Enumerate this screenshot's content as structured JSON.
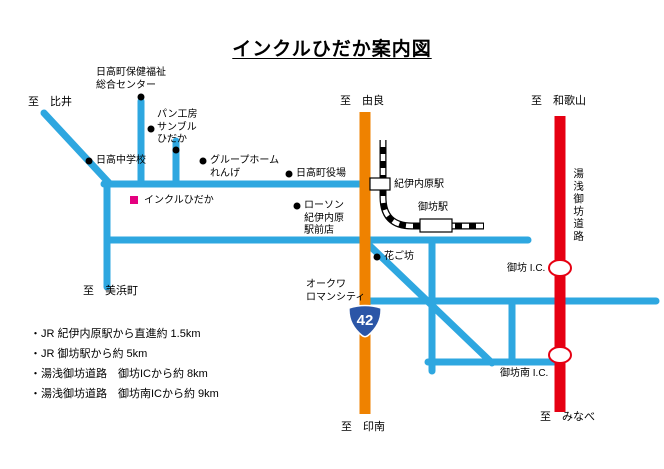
{
  "title": "インクルひだか案内図",
  "route_badge": "42",
  "labels": {
    "dest_hii": "至　比井",
    "dest_yura": "至　由良",
    "dest_wakayama": "至　和歌山",
    "dest_mihama": "至　美浜町",
    "dest_minabe": "至　みなべ",
    "dest_innan": "至　印南",
    "hoken_center": "日高町保健福祉\n総合センター",
    "pan_koubou": "パン工房\nサンブル\nひだか",
    "hidaka_jhs": "日高中学校",
    "group_home": "グループホーム\nれんげ",
    "town_hall": "日高町役場",
    "incle_hidaka": "インクルひだか",
    "lawson": "ローソン\n紀伊内原\n駅前店",
    "kiiuchihara_station": "紀伊内原駅",
    "gobo_station": "御坊駅",
    "hanagobo": "花ご坊",
    "okuwa": "オークワ\nロマンシティ",
    "yuasa_gobo_road": "湯浅御坊道路",
    "gobo_ic": "御坊 I.C.",
    "gobo_minami_ic": "御坊南 I.C."
  },
  "notes": [
    "・JR 紀伊内原駅から直進約 1.5km",
    "・JR 御坊駅から約 5km",
    "・湯浅御坊道路　御坊ICから約 8km",
    "・湯浅御坊道路　御坊南ICから約 9km"
  ],
  "colors": {
    "road_local": "#2EA7E0",
    "road_national": "#EF8200",
    "expressway": "#E60012",
    "route_badge_blue": "#2B56A7",
    "incle_marker": "#E4007F"
  }
}
